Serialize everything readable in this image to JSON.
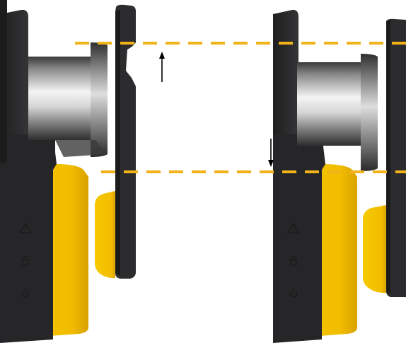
{
  "colors": {
    "body_dark": "#2a2a2c",
    "body_dark_edge": "#1a1a1b",
    "yellow": "#f5c400",
    "yellow_shade": "#e0aa00",
    "metal_light": "#f2f2f2",
    "metal_dark": "#4a4a4a",
    "guide_line": "#f2b21a",
    "arrow": "#000000"
  },
  "panels": [
    {
      "name": "left-device",
      "arrow_direction": "up"
    },
    {
      "name": "right-device",
      "arrow_direction": "down"
    }
  ],
  "icons": [
    "warning-triangle-icon",
    "lock-icon",
    "power-icon"
  ]
}
